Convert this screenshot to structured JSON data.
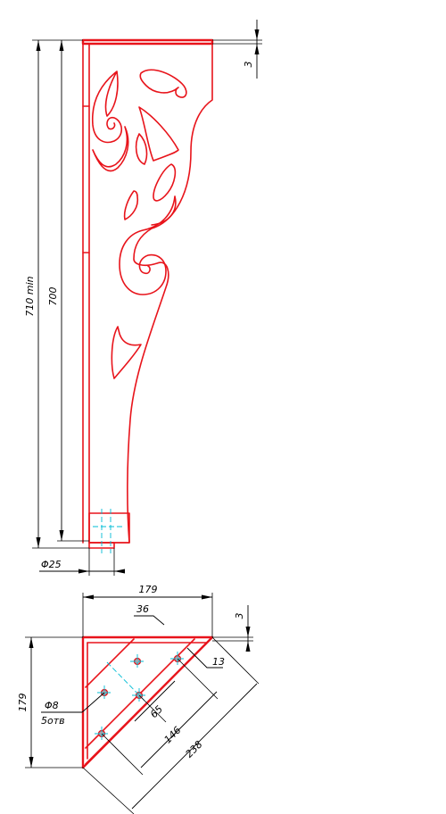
{
  "colors": {
    "part_outline": "#e8141b",
    "dimension": "#000000",
    "centerline": "#00bcd4",
    "hole_fill": "#9aa7b0"
  },
  "leg_view": {
    "dimensions": {
      "overall_height": "710 min",
      "height": "700",
      "top_thickness": "3",
      "foot_diameter": "Φ25"
    }
  },
  "bracket_view": {
    "dimensions": {
      "width": "179",
      "height": "179",
      "top_thickness": "3",
      "offset_36": "36",
      "offset_13": "13",
      "spacing_65": "65",
      "spacing_146": "146",
      "diagonal_238": "238",
      "hole_diameter": "Φ8",
      "hole_count": "5отв"
    }
  }
}
